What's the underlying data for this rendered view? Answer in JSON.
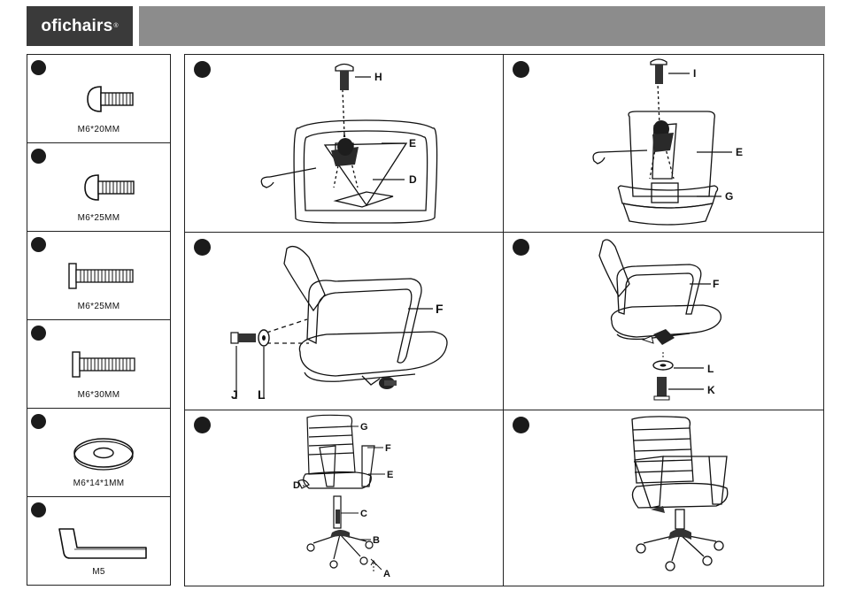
{
  "brand": {
    "name": "oficha​irs",
    "registered_mark": "®"
  },
  "parts": [
    {
      "size": "M6*20MM",
      "icon": "mushroom-head-bolt-icon"
    },
    {
      "size": "M6*25MM",
      "icon": "mushroom-head-bolt-icon"
    },
    {
      "size": "M6*25MM",
      "icon": "flat-head-bolt-icon"
    },
    {
      "size": "M6*30MM",
      "icon": "flat-head-bolt-icon"
    },
    {
      "size": "M6*14*1MM",
      "icon": "washer-icon"
    },
    {
      "size": "M5",
      "icon": "allen-key-icon"
    }
  ],
  "steps": [
    {
      "labels": {
        "bolt": "H",
        "seat": "E",
        "mechanism": "D"
      }
    },
    {
      "labels": {
        "bolt": "I",
        "seat": "E",
        "back": "G"
      }
    },
    {
      "labels": {
        "armrest": "F",
        "bolt": "J",
        "washer": "L"
      }
    },
    {
      "labels": {
        "armrest": "F",
        "washer": "L",
        "bolt": "K"
      }
    },
    {
      "labels": {
        "back": "G",
        "armrest": "F",
        "seat": "E",
        "mechanism": "D",
        "gas_lift": "C",
        "base": "B",
        "caster": "A"
      }
    },
    {
      "labels": {}
    }
  ]
}
